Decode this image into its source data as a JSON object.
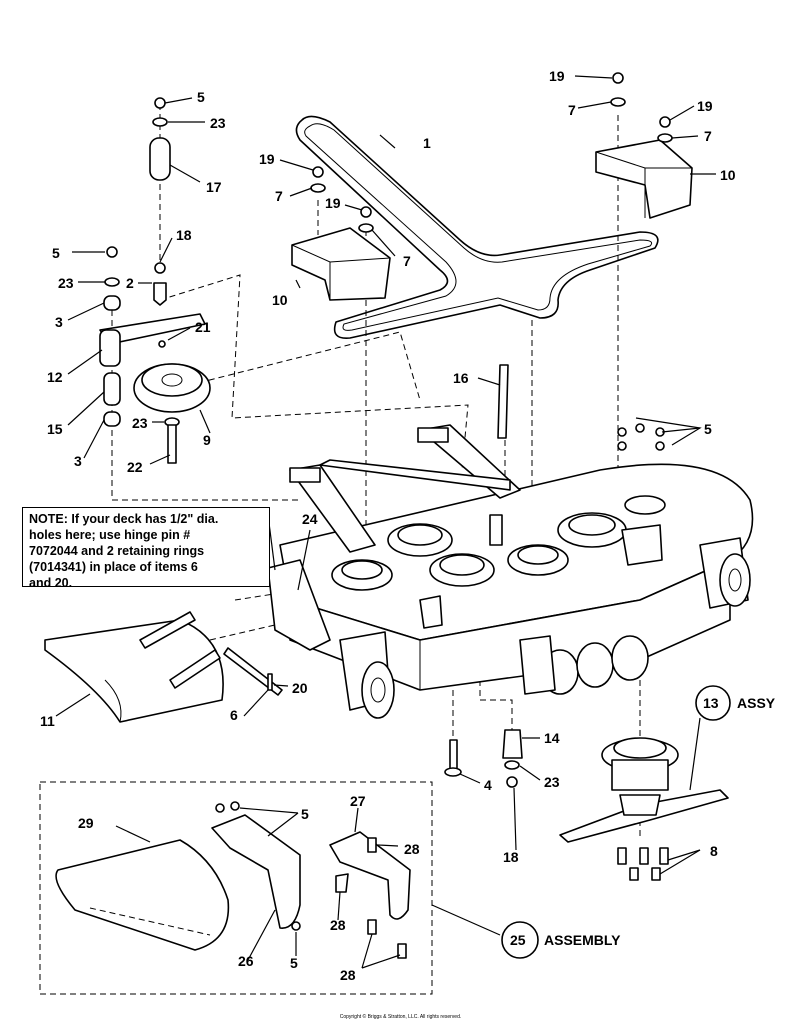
{
  "callouts": {
    "c1": "1",
    "c2": "2",
    "c3a": "3",
    "c3b": "3",
    "c4": "4",
    "c5a": "5",
    "c5b": "5",
    "c5c": "5",
    "c5d": "5",
    "c5e": "5",
    "c6": "6",
    "c7a": "7",
    "c7b": "7",
    "c7c": "7",
    "c7d": "7",
    "c8": "8",
    "c9": "9",
    "c10a": "10",
    "c10b": "10",
    "c11": "11",
    "c12": "12",
    "c13": "13",
    "c13_label": "ASSY",
    "c14": "14",
    "c15": "15",
    "c16": "16",
    "c17": "17",
    "c18a": "18",
    "c18b": "18",
    "c19a": "19",
    "c19b": "19",
    "c19c": "19",
    "c19d": "19",
    "c20": "20",
    "c21": "21",
    "c22": "22",
    "c23a": "23",
    "c23b": "23",
    "c23c": "23",
    "c23d": "23",
    "c24": "24",
    "c25": "25",
    "c25_label": "ASSEMBLY",
    "c26": "26",
    "c27": "27",
    "c28a": "28",
    "c28b": "28",
    "c28c": "28",
    "c29": "29"
  },
  "note": {
    "line1": "NOTE: If your deck has 1/2\" dia.",
    "line2": "holes here; use hinge pin #",
    "line3": "7072044 and 2 retaining rings",
    "line4": "(7014341) in place of items 6",
    "line5": "and 20."
  },
  "copyright": "Copyright © Briggs & Stratton, LLC. All rights reserved."
}
